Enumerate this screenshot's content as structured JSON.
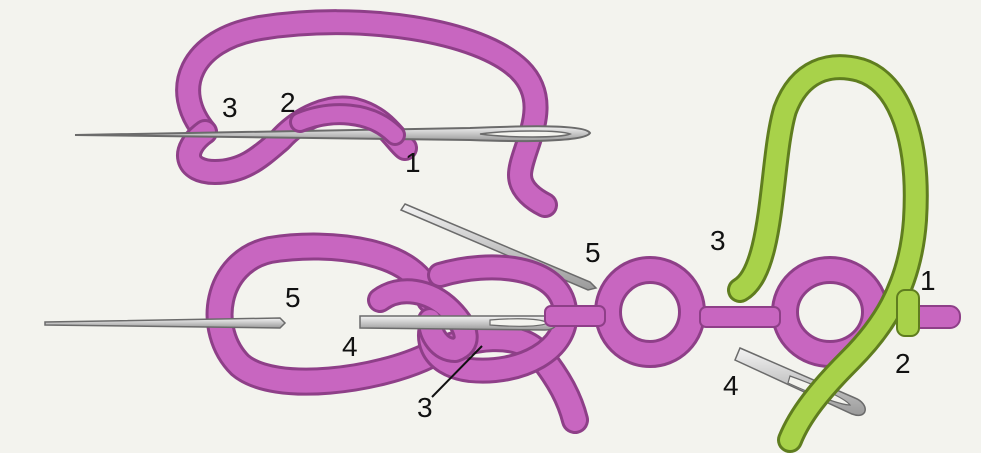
{
  "colors": {
    "background": "#f3f3ee",
    "thread_pink": "#c866c0",
    "thread_pink_edge": "#8e3f88",
    "thread_green": "#a8d24a",
    "thread_green_edge": "#5f7d1f",
    "needle_fill": "#d6d6d6",
    "needle_edge": "#6b6b6b"
  },
  "top_figure": {
    "labels": {
      "a": "3",
      "b": "2",
      "c": "1"
    }
  },
  "bottom_figure": {
    "labels": {
      "left_5": "5",
      "left_4": "4",
      "left_3": "3",
      "mid_5": "5",
      "right_3": "3",
      "right_1": "1",
      "right_2": "2",
      "right_4": "4"
    }
  }
}
